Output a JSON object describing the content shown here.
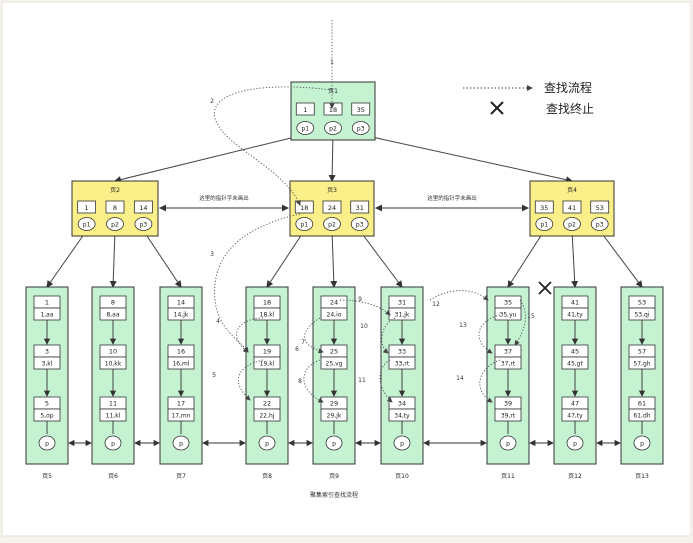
{
  "legend": {
    "search_flow": "查找流程",
    "search_stop": "查找终止"
  },
  "caption": "聚集索引查找流程",
  "root": {
    "title": "页1",
    "keys": [
      "1",
      "18",
      "35"
    ],
    "ptrs": [
      "p1",
      "p2",
      "p3"
    ]
  },
  "internal": [
    {
      "title": "页2",
      "keys": [
        "1",
        "8",
        "14"
      ],
      "ptrs": [
        "p1",
        "p2",
        "p3"
      ]
    },
    {
      "title": "页3",
      "keys": [
        "18",
        "24",
        "31"
      ],
      "ptrs": [
        "p1",
        "p2",
        "p3"
      ]
    },
    {
      "title": "页4",
      "keys": [
        "35",
        "41",
        "53"
      ],
      "ptrs": [
        "p1",
        "p2",
        "p3"
      ]
    }
  ],
  "sibling_note": "这里的指针字未画出",
  "leaf_ptr": "p",
  "leaves": [
    {
      "title": "页5",
      "rows": [
        [
          "1",
          "1,aa"
        ],
        [
          "3",
          "3,kl"
        ],
        [
          "5",
          "5,op"
        ]
      ]
    },
    {
      "title": "页6",
      "rows": [
        [
          "8",
          "8,aa"
        ],
        [
          "10",
          "10,kk"
        ],
        [
          "11",
          "11,kl"
        ]
      ]
    },
    {
      "title": "页7",
      "rows": [
        [
          "14",
          "14,jk"
        ],
        [
          "16",
          "16,ml"
        ],
        [
          "17",
          "17,mn"
        ]
      ]
    },
    {
      "title": "页8",
      "rows": [
        [
          "18",
          "18,kl"
        ],
        [
          "19",
          "19,kl"
        ],
        [
          "22",
          "22,hj"
        ]
      ]
    },
    {
      "title": "页9",
      "rows": [
        [
          "24",
          "24,io"
        ],
        [
          "25",
          "25,vg"
        ],
        [
          "29",
          "29,jk"
        ]
      ]
    },
    {
      "title": "页10",
      "rows": [
        [
          "31",
          "31,jk"
        ],
        [
          "33",
          "33,rt"
        ],
        [
          "34",
          "34,ty"
        ]
      ]
    },
    {
      "title": "页11",
      "rows": [
        [
          "35",
          "35,yu"
        ],
        [
          "37",
          "37,rt"
        ],
        [
          "39",
          "39,rt"
        ]
      ]
    },
    {
      "title": "页12",
      "rows": [
        [
          "41",
          "41,ty"
        ],
        [
          "45",
          "45,gt"
        ],
        [
          "47",
          "47,ty"
        ]
      ]
    },
    {
      "title": "页13",
      "rows": [
        [
          "53",
          "53,qi"
        ],
        [
          "57",
          "57,gh"
        ],
        [
          "61",
          "61,dh"
        ]
      ]
    }
  ],
  "step_labels": [
    "1",
    "2",
    "3",
    "4",
    "5",
    "6",
    "7",
    "8",
    "9",
    "10",
    "11",
    "12",
    "13",
    "14",
    "15"
  ],
  "colors": {
    "internal_fill": "#fbef8a",
    "leaf_fill": "#c5f3d2",
    "root_fill": "#c5f3d2",
    "stroke": "#333333",
    "background": "#ffffff"
  }
}
